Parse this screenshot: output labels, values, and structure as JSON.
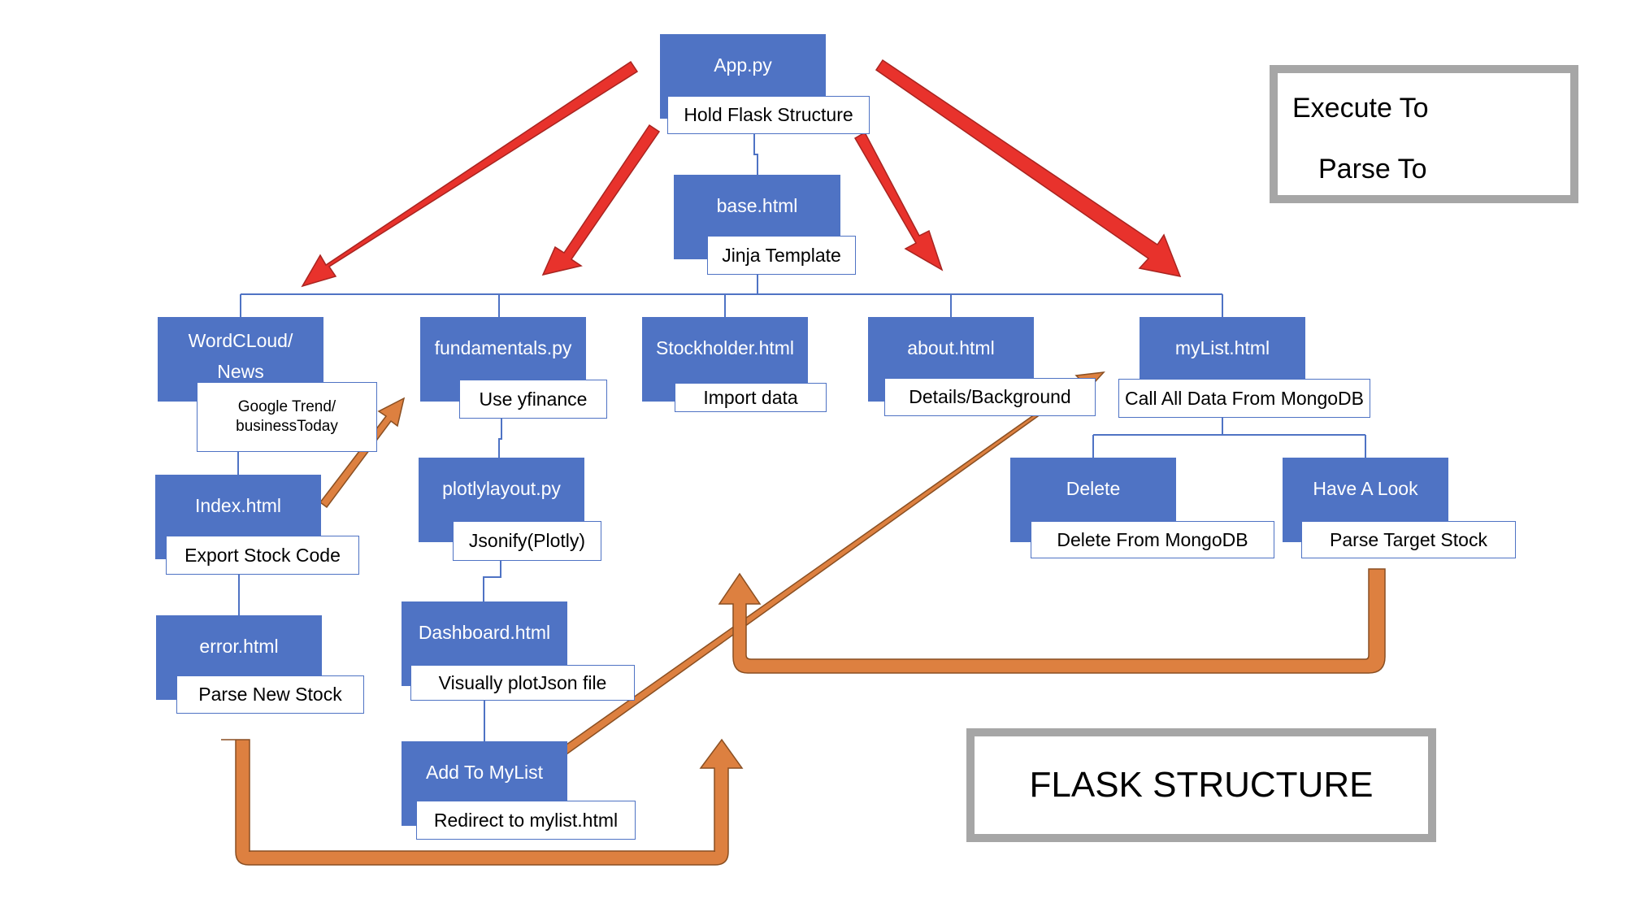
{
  "title": "FLASK STRUCTURE",
  "legend": {
    "execute_label": "Execute To",
    "parse_label": "Parse To"
  },
  "colors": {
    "box": "#4f73c4",
    "execute_arrow": "#e8322c",
    "parse_arrow": "#dd8040",
    "frame": "#a6a6a6"
  },
  "nodes": {
    "app": {
      "title": "App.py",
      "label": "Hold Flask Structure"
    },
    "base": {
      "title": "base.html",
      "label": "Jinja Template"
    },
    "wordcloud": {
      "title_line1": "WordCLoud/",
      "title_line2": "News",
      "label_line1": "Google Trend/",
      "label_line2": "businessToday"
    },
    "index": {
      "title": "Index.html",
      "label": "Export Stock Code"
    },
    "error": {
      "title": "error.html",
      "label": "Parse New Stock"
    },
    "fundamentals": {
      "title": "fundamentals.py",
      "label": "Use yfinance"
    },
    "plotlylayout": {
      "title": "plotlylayout.py",
      "label": "Jsonify(Plotly)"
    },
    "dashboard": {
      "title": "Dashboard.html",
      "label": "Visually plotJson file"
    },
    "addtomylist": {
      "title": "Add To MyList",
      "label": "Redirect to mylist.html"
    },
    "stockholder": {
      "title": "Stockholder.html",
      "label": "Import data"
    },
    "about": {
      "title": "about.html",
      "label": "Details/Background"
    },
    "mylist": {
      "title": "myList.html",
      "label": "Call All Data From MongoDB"
    },
    "delete": {
      "title": "Delete",
      "label": "Delete From MongoDB"
    },
    "havealook": {
      "title": "Have A Look",
      "label": "Parse Target Stock"
    }
  }
}
